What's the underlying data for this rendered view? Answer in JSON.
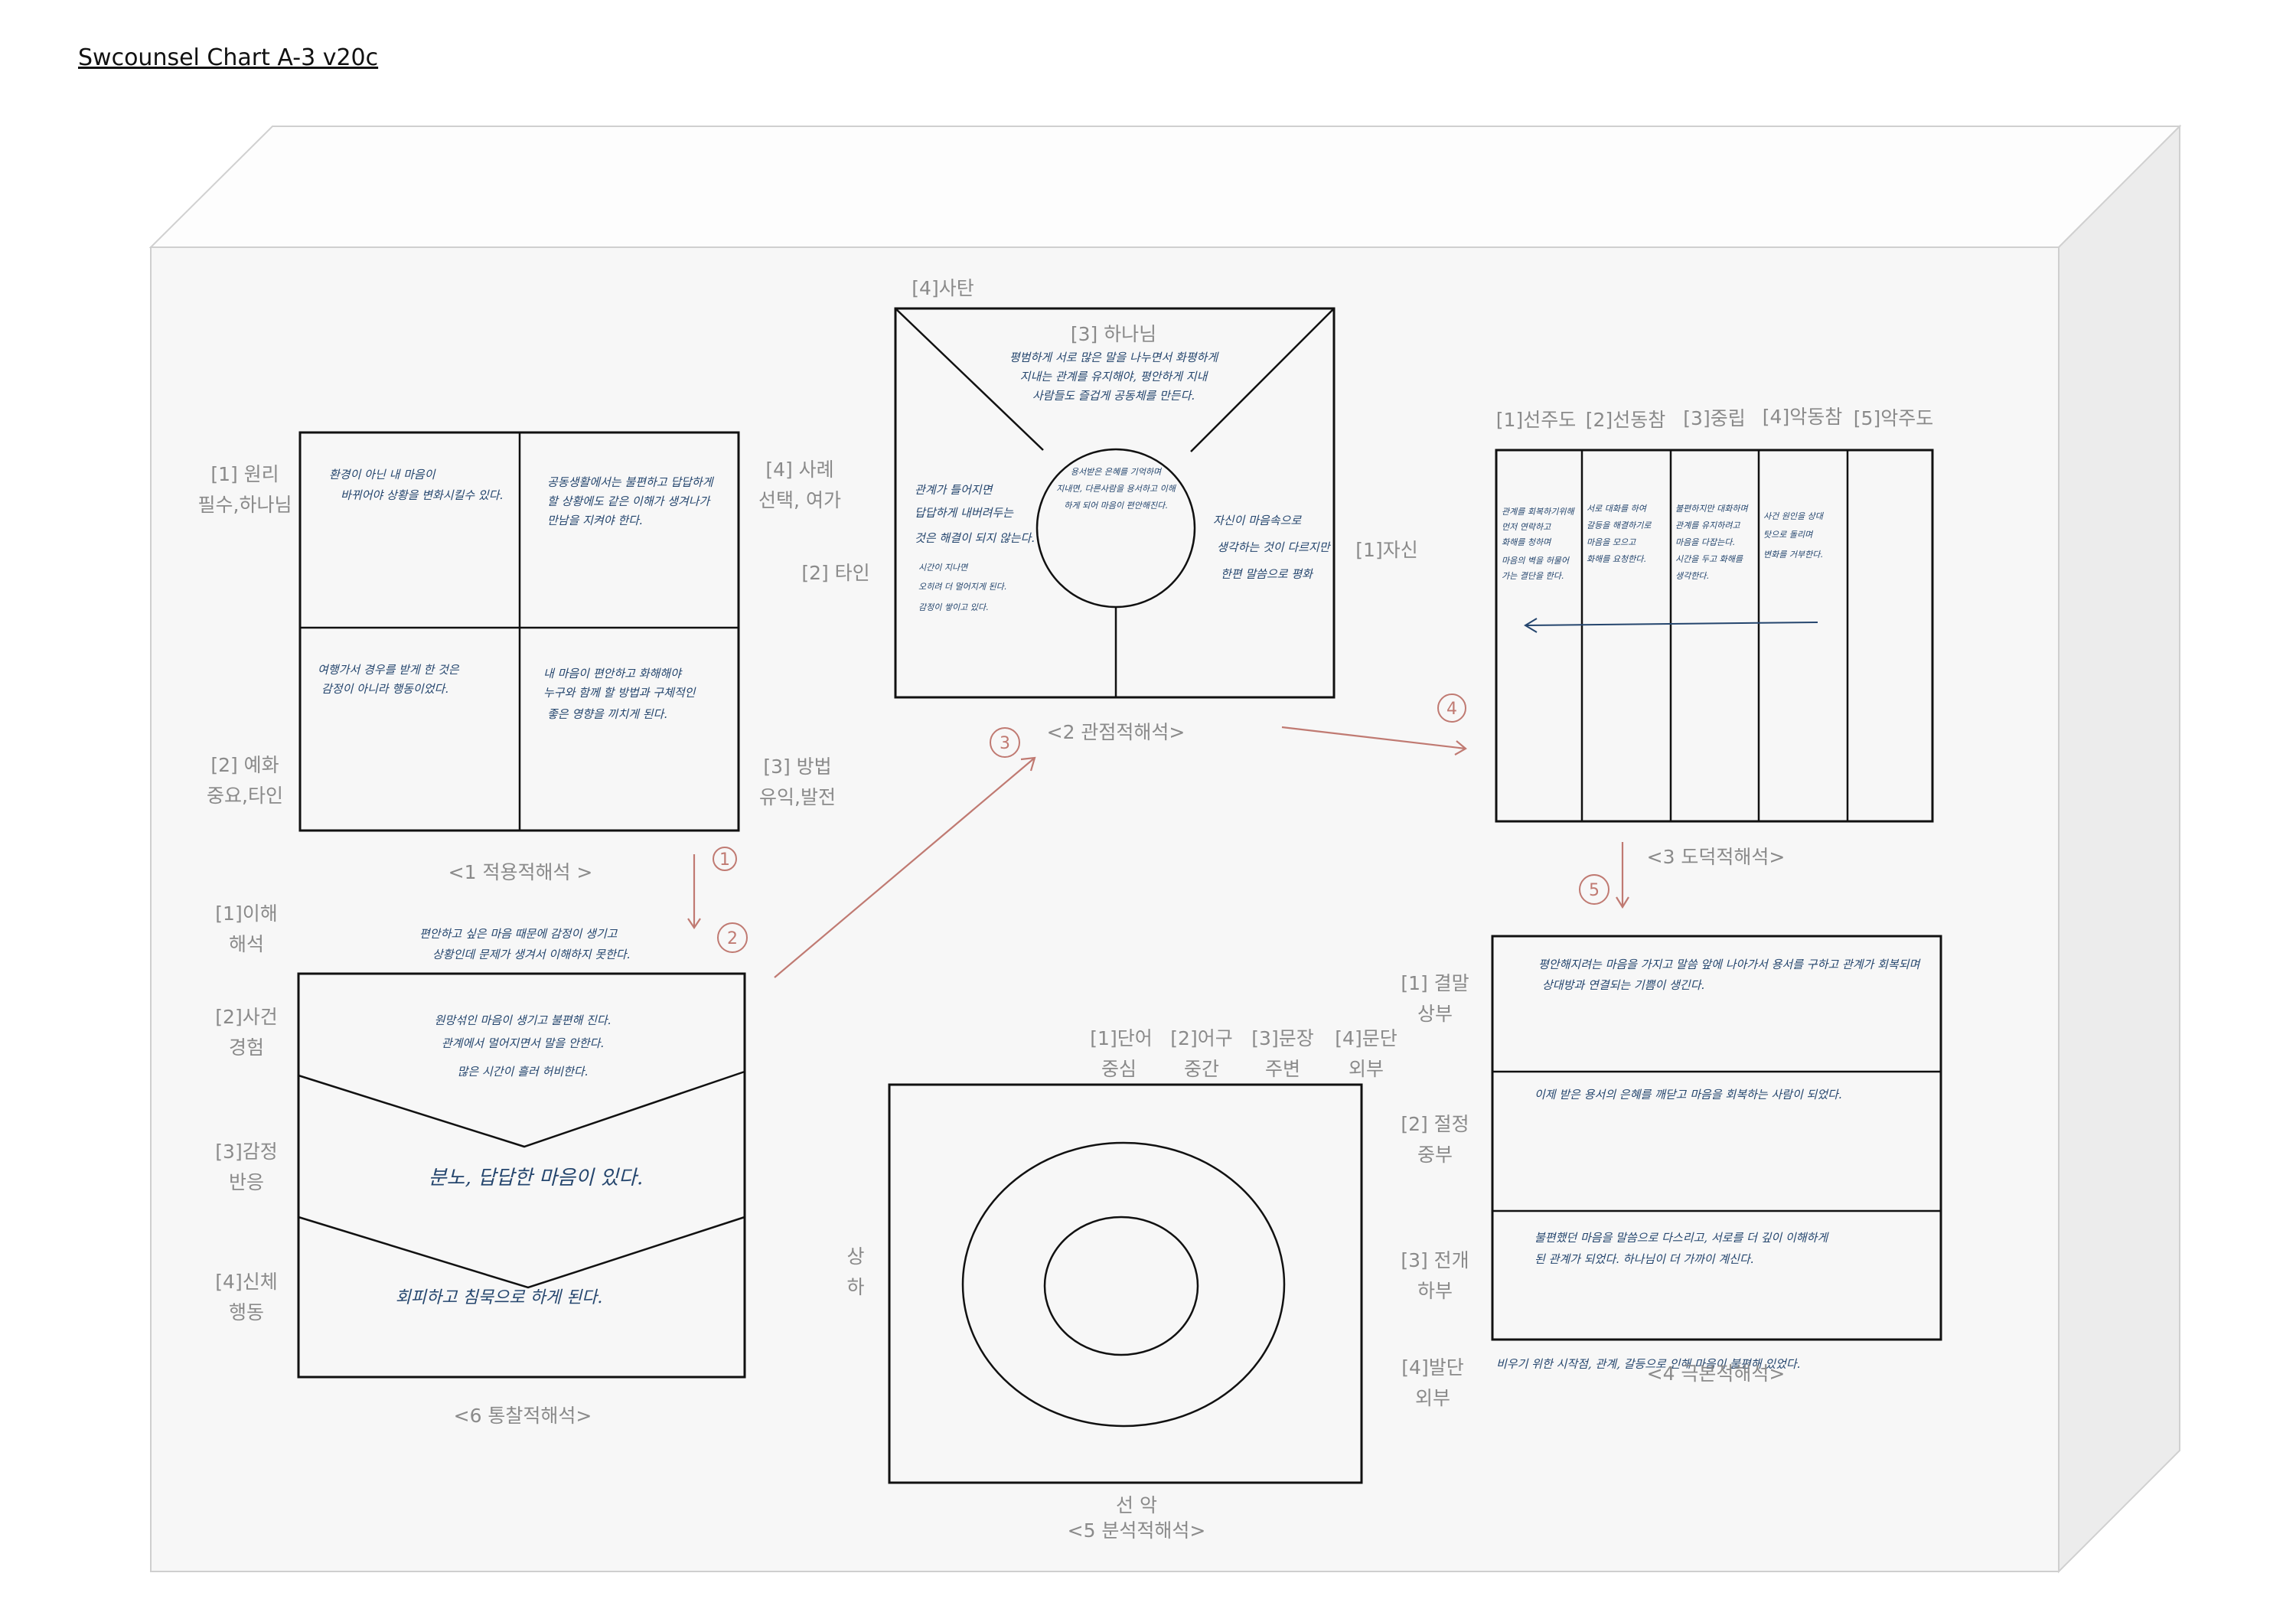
{
  "title": "Swcounsel Chart A-3 v20c",
  "colors": {
    "handwriting": "#25466e",
    "label": "#8a8a8a",
    "arrow": "#c07a72",
    "panel": "#f7f7f7"
  },
  "s1": {
    "caption": "<1 적용적해석 >",
    "l1a": "[1] 원리",
    "l1b": "필수,하나님",
    "l2a": "[2] 예화",
    "l2b": "중요,타인",
    "l3a": "[3] 방법",
    "l3b": "유익,발전",
    "l4a": "[4] 사례",
    "l4b": "선택, 여가",
    "q1": [
      "환경이 아닌 내 마음이",
      "바뀌어야 상황을 변화시킬수 있다."
    ],
    "q2": [
      "공동생활에서는 불편하고 답답하게",
      "할 상황에도 같은 이해가 생겨나가",
      "만남을 지켜야 한다."
    ],
    "q3": [
      "여행가서 경우를 받게 한 것은",
      "감정이 아니라 행동이었다."
    ],
    "q4": [
      "내 마음이 편안하고 화해해야",
      "누구와 함께 할 방법과 구체적인",
      "좋은 영향을 끼치게 된다."
    ]
  },
  "s2": {
    "caption": "<2 관점적해석>",
    "top": "[4]사탄",
    "center_label": "[3] 하나님",
    "left": "[2] 타인",
    "right": "[1]자신",
    "top_text": [
      "평범하게 서로 많은 말을 나누면서 화평하게",
      "지내는 관계를 유지해야, 평안하게 지내",
      "사람들도 즐겁게 공동체를 만든다."
    ],
    "circle_text": [
      "용서받은 은혜를 기억하며",
      "지내면, 다른사람을 용서하고 이해",
      "하게 되어 마음이 편안해진다."
    ],
    "left_text": [
      "관계가 틀어지면",
      "답답하게 내버려두는",
      "것은 해결이 되지 않는다.",
      "시간이 지나면",
      "오히려 더 멀어지게 된다.",
      "감정이 쌓이고 있다."
    ],
    "right_text": [
      "자신이 마음속으로",
      "생각하는 것이 다르지만",
      "한편 말씀으로 평화"
    ]
  },
  "s3": {
    "caption": "<3 도덕적해석>",
    "headers": [
      "[1]선주도",
      "[2]선동참",
      "[3]중립",
      "[4]악동참",
      "[5]악주도"
    ],
    "cols": [
      [
        "관계를 회복하기위해",
        "먼저 연락하고",
        "화해를 청하며",
        "마음의 벽을 허물어",
        "가는 결단을 한다."
      ],
      [
        "서로 대화를 하여",
        "갈등을 해결하기로",
        "마음을 모으고",
        "화해를 요청한다."
      ],
      [
        "불편하지만 대화하며",
        "관계를 유지하려고",
        "마음을 다잡는다.",
        "시간을 두고 화해를",
        "생각한다."
      ],
      [
        "사건 원인을 상대",
        "탓으로 돌리며",
        "변화를 거부한다."
      ],
      []
    ]
  },
  "s4": {
    "caption": "<4 극본적해석>",
    "l1a": "[1] 결말",
    "l1b": "상부",
    "l2a": "[2] 절정",
    "l2b": "중부",
    "l3a": "[3] 전개",
    "l3b": "하부",
    "l4a": "[4]발단",
    "l4b": "외부",
    "t1": [
      "평안해지려는 마음을 가지고 말씀 앞에 나아가서 용서를 구하고 관계가 회복되며",
      "상대방과 연결되는 기쁨이 생긴다."
    ],
    "t2": [
      "이제 받은 용서의 은혜를 깨닫고 마음을 회복하는 사람이 되었다."
    ],
    "t3": [
      "불편했던 마음을 말씀으로 다스리고, 서로를 더 깊이 이해하게",
      "된 관계가 되었다. 하나님이 더 가까이 계신다."
    ],
    "t4": "비우기 위한 시작점, 관계, 갈등으로 인해 마음이 불편해 있었다."
  },
  "s5": {
    "caption": "<5 분석적해석>",
    "h1a": "[1]단어",
    "h1b": "중심",
    "h2a": "[2]어구",
    "h2b": "중간",
    "h3a": "[3]문장",
    "h3b": "주변",
    "h4a": "[4]문단",
    "h4b": "외부",
    "left_a": "상",
    "left_b": "하",
    "bottom": "선 악"
  },
  "s6": {
    "caption": "<6 통찰적해석>",
    "l1a": "[1]이해",
    "l1b": "해석",
    "l2a": "[2]사건",
    "l2b": "경험",
    "l3a": "[3]감정",
    "l3b": "반응",
    "l4a": "[4]신체",
    "l4b": "행동",
    "above": [
      "편안하고 싶은 마음 때문에 감정이 생기고",
      "상황인데 문제가 생겨서 이해하지 못한다."
    ],
    "r1": [
      "원망섞인 마음이 생기고 불편해 진다.",
      "관계에서 멀어지면서 말을 안한다.",
      "많은 시간이 흘러 허비한다."
    ],
    "r2": "분노, 답답한 마음이 있다.",
    "r3": "회피하고 침묵으로 하게 된다."
  },
  "steps": [
    "1",
    "2",
    "3",
    "4",
    "5"
  ]
}
